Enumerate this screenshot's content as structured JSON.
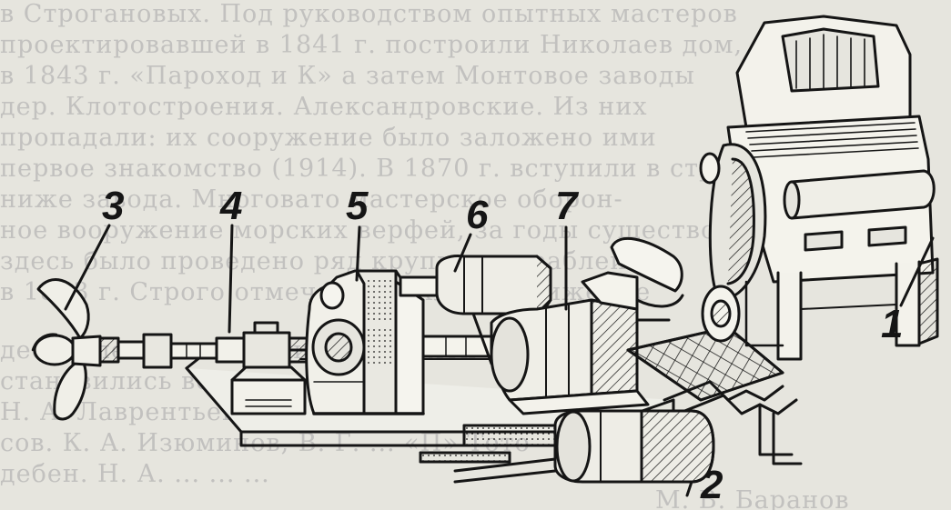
{
  "background_text": [
    "в Строгановых. Под руководством опытных мастеров",
    "проектировавшей в 1841 г. построили Николаев дом,",
    "в 1843 г. «Пароход и К» а затем Монтовое заводы",
    "дер. Клотостроения. Александровские. Из них",
    "пропадали: их сооружение было заложено ими",
    "первое знакомство (1914). В 1870 г. вступили в строй",
    "ниже завода. Многовато мастерское оборон-",
    "ное вооружение морских верфей, за годы существования",
    "здесь было проведено ряд крупных кораблей",
    "в 1853 г. Строго отмечается вклад в движение",
    "десятилетиях строились кораблей",
    "становились весьма крупным",
    "Н. А. Лаврентьев, А. А. Тарасенко «П» Лы-",
    "сов. К. А. Изюминов, В. Г. ... «П» Тото",
    "дебен. Н. А. ... ... ...",
    "М. В. Баранов"
  ],
  "callouts": {
    "c1": "1",
    "c2": "2",
    "c3": "3",
    "c4": "4",
    "c5": "5",
    "c6": "6",
    "c7": "7"
  },
  "colors": {
    "ink": "#151515",
    "paper": "#e6e5de",
    "bleed_text": "#5a5a66"
  }
}
